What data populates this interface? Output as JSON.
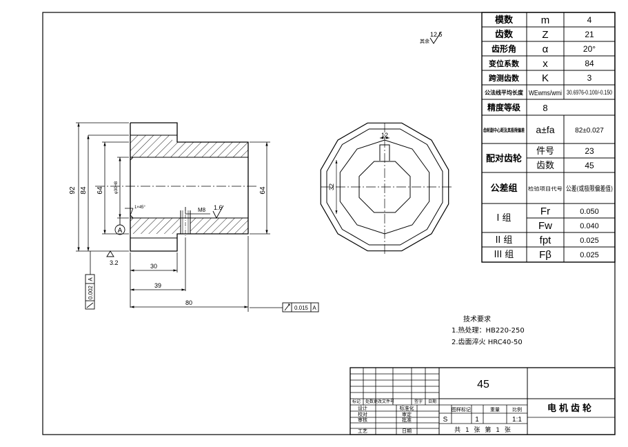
{
  "params": [
    {
      "label": "模数",
      "symbol": "m",
      "value": "4"
    },
    {
      "label": "齿数",
      "symbol": "Z",
      "value": "21"
    },
    {
      "label": "齿形角",
      "symbol": "α",
      "value": "20°"
    },
    {
      "label": "变位系数",
      "symbol": "x",
      "value": "84"
    },
    {
      "label": "跨测齿数",
      "symbol": "K",
      "value": "3"
    },
    {
      "label": "公法线平均长度",
      "symbol": "WEwms/wmi",
      "value": "30.6976-0.100/-0.150"
    },
    {
      "label": "精度等级",
      "value": "8"
    },
    {
      "label": "齿轮副中心距及其极限偏差",
      "symbol": "a±fa",
      "value": "82±0.027"
    }
  ],
  "mating": {
    "label": "配对齿轮",
    "rows": [
      {
        "label": "件号",
        "value": "23"
      },
      {
        "label": "齿数",
        "value": "45"
      }
    ]
  },
  "tolerance_head": {
    "label": "公差组",
    "mid": "检验项目代号",
    "right": "公差(或极限偏差值)"
  },
  "tolerance_groups": [
    {
      "group": "I 组",
      "items": [
        {
          "code": "Fr",
          "value": "0.050"
        },
        {
          "code": "Fw",
          "value": "0.040"
        }
      ]
    },
    {
      "group": "II 组",
      "items": [
        {
          "code": "fpt",
          "value": "0.025"
        }
      ]
    },
    {
      "group": "III 组",
      "items": [
        {
          "code": "Fβ",
          "value": "0.025"
        }
      ]
    }
  ],
  "roughness_note": {
    "text": "其余",
    "value": "12.5"
  },
  "dims": {
    "d92": "92",
    "d84": "84",
    "d64a": "64",
    "dphi": "φ30H8",
    "d64b": "64",
    "chamfer": "1×45°",
    "m8": "M8",
    "r16": "1.6",
    "r32": "3.2",
    "l30": "30",
    "l39": "39",
    "l80": "80",
    "ey": "12",
    "ex": "32"
  },
  "datum": "A",
  "gtol_right": {
    "value": "0.015",
    "datum": "A"
  },
  "gtol_left": {
    "value": "0.002",
    "datum": "A"
  },
  "tech_req": {
    "title": "技术要求",
    "lines": [
      "1.热处理：HB220-250",
      "2.齿面淬火 HRC40-50"
    ]
  },
  "title_block": {
    "material": "45",
    "part_name": "电机齿轮",
    "change_headers": [
      "标记",
      "处数",
      "更改文件号",
      "签字",
      "日期"
    ],
    "roles": [
      "设计",
      "校对",
      "审核",
      "工艺"
    ],
    "roles2": [
      "标准化",
      "审定",
      "批准",
      "日期"
    ],
    "stage_headers": [
      "图样标记",
      "重量",
      "比例"
    ],
    "stage_mark": "S",
    "weight": "1",
    "scale": "1:1",
    "sheet_text": "共 1 张 第 1 张"
  }
}
